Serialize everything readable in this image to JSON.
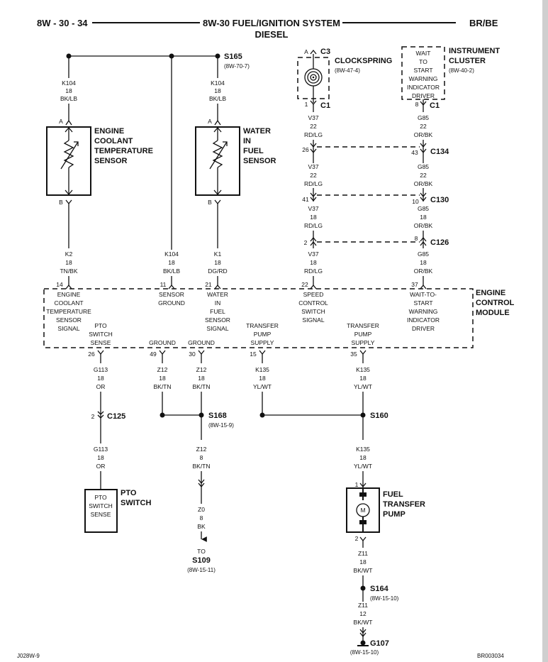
{
  "header": {
    "left": "8W - 30 - 34",
    "title": "8W-30 FUEL/IGNITION SYSTEM",
    "subtitle": "DIESEL",
    "right": "BR/BE"
  },
  "footer": {
    "left": "J028W-9",
    "right": "BR003034"
  },
  "splices": {
    "s165": {
      "name": "S165",
      "ref": "(8W-70-7)"
    },
    "s168": {
      "name": "S168",
      "ref": "(8W-15-9)"
    },
    "s160": {
      "name": "S160"
    },
    "s164": {
      "name": "S164",
      "ref": "(8W-15-10)"
    }
  },
  "wires": {
    "k104_a": [
      "K104",
      "18",
      "BK/LB"
    ],
    "k104_b": [
      "K104",
      "18",
      "BK/LB"
    ],
    "k104_c": [
      "K104",
      "18",
      "BK/LB"
    ],
    "k2": [
      "K2",
      "18",
      "TN/BK"
    ],
    "k1": [
      "K1",
      "18",
      "DG/RD"
    ],
    "v37_1": [
      "V37",
      "22",
      "RD/LG"
    ],
    "v37_2": [
      "V37",
      "22",
      "RD/LG"
    ],
    "v37_3": [
      "V37",
      "18",
      "RD/LG"
    ],
    "v37_4": [
      "V37",
      "18",
      "RD/LG"
    ],
    "g85_1": [
      "G85",
      "22",
      "OR/BK"
    ],
    "g85_2": [
      "G85",
      "22",
      "OR/BK"
    ],
    "g85_3": [
      "G85",
      "18",
      "OR/BK"
    ],
    "g85_4": [
      "G85",
      "18",
      "OR/BK"
    ],
    "g113_1": [
      "G113",
      "18",
      "OR"
    ],
    "g113_2": [
      "G113",
      "18",
      "OR"
    ],
    "z12_1": [
      "Z12",
      "18",
      "BK/TN"
    ],
    "z12_2": [
      "Z12",
      "18",
      "BK/TN"
    ],
    "z12_3": [
      "Z12",
      "8",
      "BK/TN"
    ],
    "z0": [
      "Z0",
      "8",
      "BK"
    ],
    "k135_1": [
      "K135",
      "18",
      "YL/WT"
    ],
    "k135_2": [
      "K135",
      "18",
      "YL/WT"
    ],
    "k135_3": [
      "K135",
      "18",
      "YL/WT"
    ],
    "z11_1": [
      "Z11",
      "18",
      "BK/WT"
    ],
    "z11_2": [
      "Z11",
      "12",
      "BK/WT"
    ]
  },
  "components": {
    "ect_sensor": [
      "ENGINE",
      "COOLANT",
      "TEMPERATURE",
      "SENSOR"
    ],
    "wif_sensor": [
      "WATER",
      "IN",
      "FUEL",
      "SENSOR"
    ],
    "clockspring": {
      "name": "CLOCKSPRING",
      "ref": "(8W-47-4)"
    },
    "instrument_cluster": {
      "name": [
        "INSTRUMENT",
        "CLUSTER"
      ],
      "ref": "(8W-40-2)"
    },
    "wait_to_start": [
      "WAIT",
      "TO",
      "START",
      "WARNING",
      "INDICATOR",
      "DRIVER"
    ],
    "ecm": [
      "ENGINE",
      "CONTROL",
      "MODULE"
    ],
    "pto_switch": [
      "PTO",
      "SWITCH"
    ],
    "pto_box": [
      "PTO",
      "SWITCH",
      "SENSE"
    ],
    "fuel_pump": [
      "FUEL",
      "TRANSFER",
      "PUMP"
    ],
    "motor": "M"
  },
  "connectors": {
    "c3": "C3",
    "c1_a": "C1",
    "c1_b": "C1",
    "c134": "C134",
    "c130": "C130",
    "c126": "C126",
    "c125": "C125"
  },
  "pins": {
    "a1": "A",
    "b1": "B",
    "a2": "A",
    "b2": "B",
    "c3a": "A",
    "c1_1": "1",
    "c1_8": "8",
    "c134_26": "26",
    "c134_43": "43",
    "c130_41": "41",
    "c130_10": "10",
    "c126_2": "2",
    "c126_8": "8",
    "ecm_14": "14",
    "ecm_11": "11",
    "ecm_21": "21",
    "ecm_22": "22",
    "ecm_37": "37",
    "ecm_26": "26",
    "ecm_49": "49",
    "ecm_30": "30",
    "ecm_15": "15",
    "ecm_35": "35",
    "c125_2": "2",
    "pump_1": "1",
    "pump_2": "2"
  },
  "ecm_pins": {
    "p14": [
      "ENGINE",
      "COOLANT",
      "TEMPERATURE",
      "SENSOR",
      "SIGNAL"
    ],
    "p11": [
      "SENSOR",
      "GROUND"
    ],
    "p21": [
      "WATER",
      "IN",
      "FUEL",
      "SENSOR",
      "SIGNAL"
    ],
    "p22": [
      "SPEED",
      "CONTROL",
      "SWITCH",
      "SIGNAL"
    ],
    "p37": [
      "WAIT-TO-",
      "START",
      "WARNING",
      "INDICATOR",
      "DRIVER"
    ],
    "p26": [
      "PTO",
      "SWITCH",
      "SENSE"
    ],
    "p49": [
      "GROUND"
    ],
    "p30": [
      "GROUND"
    ],
    "p15": [
      "TRANSFER",
      "PUMP",
      "SUPPLY"
    ],
    "p35": [
      "TRANSFER",
      "PUMP",
      "SUPPLY"
    ]
  },
  "destination": {
    "to": "TO",
    "name": "S109",
    "ref": "(8W-15-11)"
  },
  "ground": {
    "name": "G107",
    "ref": "(8W-15-10)"
  }
}
